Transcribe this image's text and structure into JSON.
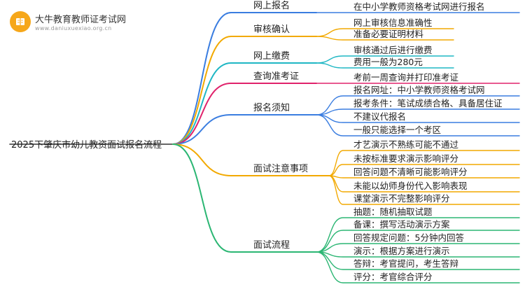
{
  "logo": {
    "title": "大牛教育教师证考试网",
    "subtitle": "www.daniuxuexiao.org.cn"
  },
  "mindmap": {
    "root": "2025下肇庆市幼儿教资面试报名流程",
    "branches": [
      {
        "label": "网上报名",
        "color": "#3a7de0",
        "leaves": [
          "在中小学教师资格考试网进行报名"
        ]
      },
      {
        "label": "审核确认",
        "color": "#f2a900",
        "leaves": [
          "网上审核信息准确性",
          "准备必要证明材料"
        ]
      },
      {
        "label": "网上缴费",
        "color": "#1fb7c4",
        "leaves": [
          "审核通过后进行缴费",
          "费用一般为280元"
        ]
      },
      {
        "label": "查询准考证",
        "color": "#e0226b",
        "leaves": [
          "考前一周查询并打印准考证"
        ]
      },
      {
        "label": "报名须知",
        "color": "#3a7de0",
        "leaves": [
          "报名网址：中小学教师资格考试网",
          "报考条件：笔试成绩合格、具备居住证",
          "不建议代报名",
          "一般只能选择一个考区"
        ]
      },
      {
        "label": "面试注意事项",
        "color": "#f2a900",
        "leaves": [
          "才艺演示不熟练可能不通过",
          "未按标准要求演示影响评分",
          "回答问题不清晰可能影响评分",
          "未能以幼师身份代入影响表现",
          "课堂演示不完整影响评分"
        ]
      },
      {
        "label": "面试流程",
        "color": "#2bb673",
        "leaves": [
          "抽题：随机抽取试题",
          "备课：撰写活动演示方案",
          "回答规定问题：5分钟内回答",
          "演示：根据方案进行演示",
          "答辩：考官提问，考生答辩",
          "评分：考官综合评分"
        ]
      }
    ]
  }
}
